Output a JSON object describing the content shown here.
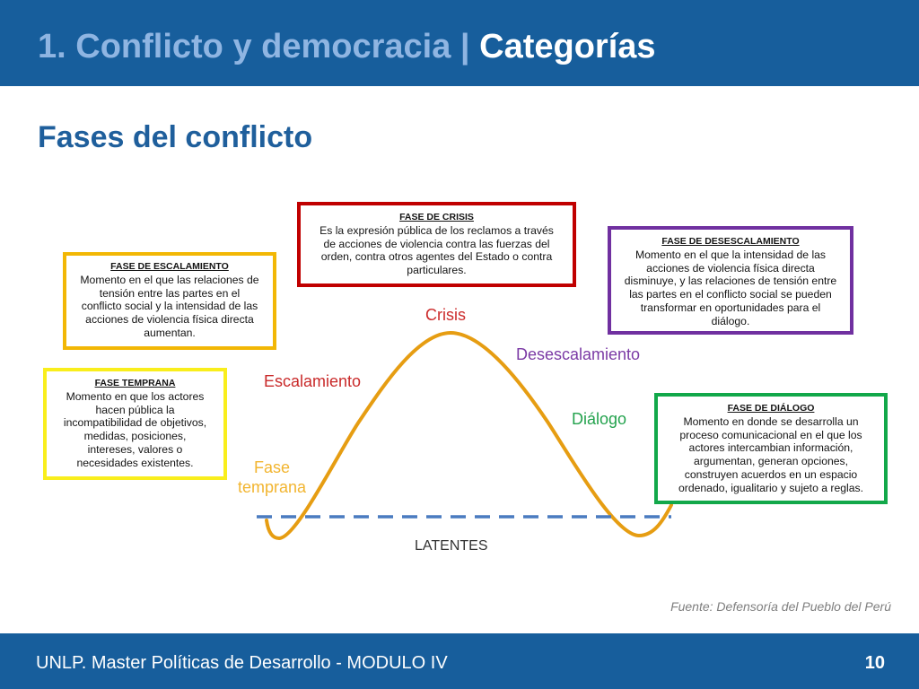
{
  "header": {
    "title_part1": "1. Conflicto y democracia |",
    "title_part2": "Categorías"
  },
  "subtitle": "Fases del conflicto",
  "boxes": {
    "crisis": {
      "title": "FASE DE CRISIS",
      "lines": [
        "Es la expresión pública de los reclamos a través",
        "de acciones de violencia contra las fuerzas del",
        "orden, contra otros agentes del Estado o contra",
        "particulares."
      ]
    },
    "escalamiento": {
      "title": "FASE DE ESCALAMIENTO",
      "lines": [
        "Momento en el que las relaciones de",
        "tensión entre las partes en el",
        "conflicto social y la intensidad de las",
        "acciones de violencia física directa",
        "aumentan."
      ]
    },
    "desescalamiento": {
      "title": "FASE DE DESESCALAMIENTO",
      "lines": [
        "Momento en el que la intensidad de las",
        "acciones de violencia física directa",
        "disminuye, y las relaciones de tensión entre",
        "las partes en el conflicto social se pueden",
        "transformar en oportunidades para el",
        "diálogo."
      ]
    },
    "temprana": {
      "title": "FASE TEMPRANA",
      "lines": [
        "Momento en que los actores",
        "hacen pública la",
        "incompatibilidad de objetivos,",
        "medidas, posiciones,",
        "intereses, valores o",
        "necesidades existentes."
      ]
    },
    "dialogo": {
      "title": "FASE DE DIÁLOGO",
      "lines": [
        "Momento en donde se desarrolla un",
        "proceso comunicacional en el que los",
        "actores intercambian información,",
        "argumentan, generan opciones,",
        "construyen acuerdos en un espacio",
        "ordenado, igualitario y sujeto a reglas."
      ]
    }
  },
  "curve_labels": {
    "crisis": "Crisis",
    "desescalamiento": "Desescalamiento",
    "escalamiento": "Escalamiento",
    "dialogo": "Diálogo",
    "fase_temprana": [
      "Fase",
      "temprana"
    ],
    "latentes": "LATENTES"
  },
  "source": "Fuente: Defensoría del Pueblo del Perú",
  "footer": {
    "text": "UNLP. Master Políticas de Desarrollo - MODULO IV",
    "page_number": "10"
  },
  "colors": {
    "header_bg": "#175e9c",
    "title_accent": "#8fb5e2",
    "title_main": "#ffffff",
    "subtitle": "#1f5f9c",
    "crisis": "#c00000",
    "escalamiento": "#f2b705",
    "desescalamiento": "#7030a0",
    "temprana": "#f9ee1c",
    "dialogo": "#12a84a",
    "label_crisis": "#cc2b2b",
    "label_escalamiento": "#c92a2a",
    "label_desescalamiento": "#7b3aa5",
    "label_dialogo": "#23a24d",
    "label_temprana": "#f2b530",
    "curve": "#e69d12",
    "baseline": "#4a7bc0",
    "source": "#7f7f7f"
  }
}
